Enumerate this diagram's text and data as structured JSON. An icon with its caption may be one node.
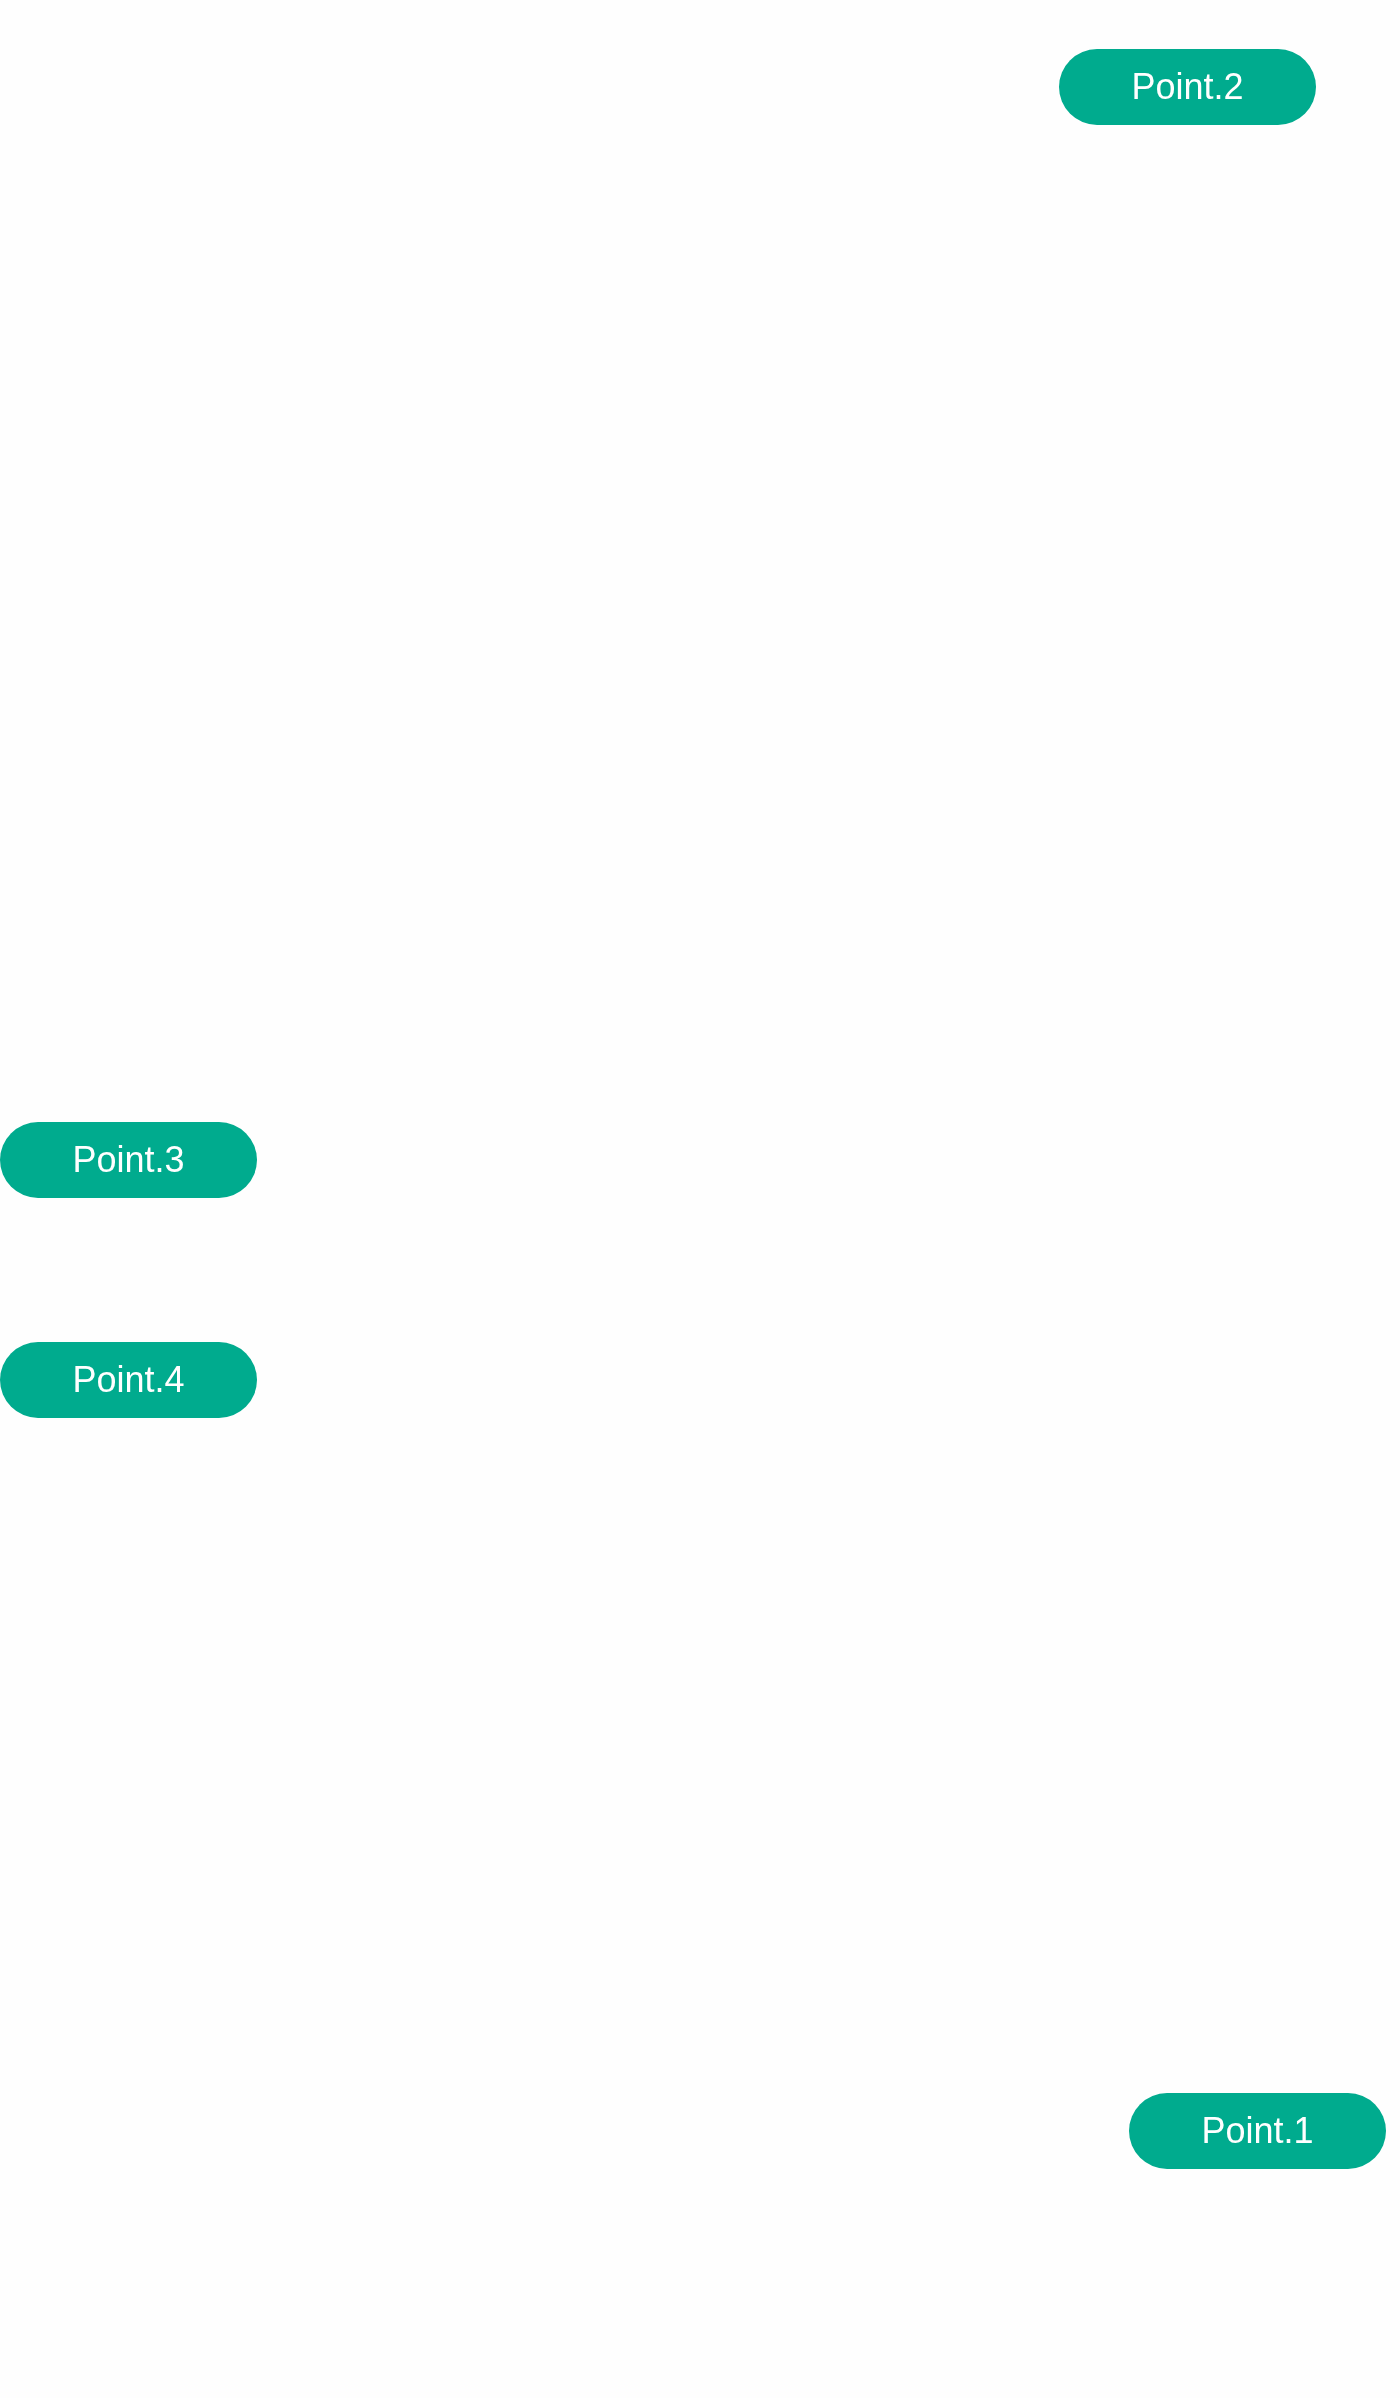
{
  "diagram": {
    "nodes": [
      {
        "text": [
          "Point.2"
        ]
      },
      {
        "text": [
          "Point.3"
        ]
      },
      {
        "text": [
          "Point.4"
        ]
      },
      {
        "text": [
          "Point.1"
        ]
      }
    ]
  }
}
